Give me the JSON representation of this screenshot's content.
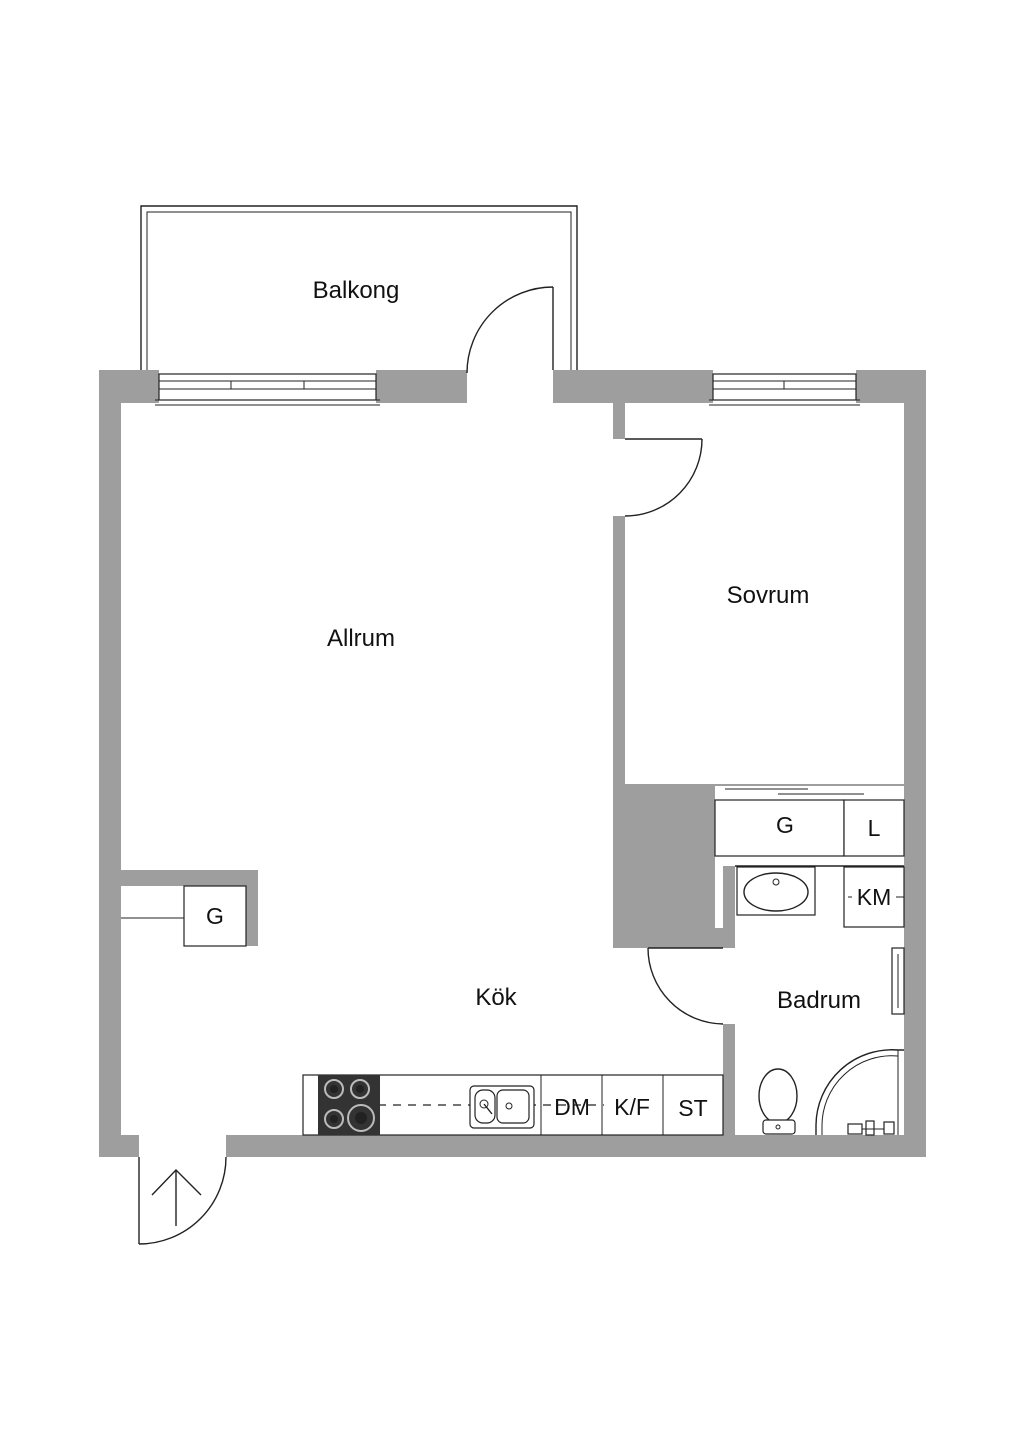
{
  "rooms": {
    "balcony": "Balkong",
    "living": "Allrum",
    "bedroom": "Sovrum",
    "kitchen": "Kök",
    "bathroom": "Badrum"
  },
  "fixtures": {
    "wardrobe_bedroom": "G",
    "linen_closet": "L",
    "wardrobe_hall": "G",
    "washing_machine": "KM",
    "dishwasher": "DM",
    "fridge_freezer": "K/F",
    "tall_cabinet": "ST"
  },
  "colors": {
    "wall": "#9e9e9e",
    "line": "#222222",
    "stove": "#333333"
  },
  "icons": [
    "entrance-arrow-icon",
    "sink-icon",
    "stove-icon",
    "toilet-icon",
    "shower-icon",
    "washbasin-icon"
  ]
}
